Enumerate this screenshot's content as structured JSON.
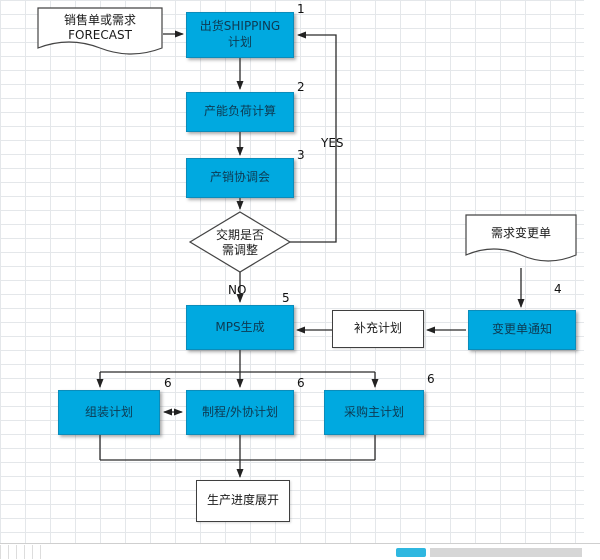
{
  "diagram": {
    "colors": {
      "node_fill": "#00a9e0",
      "node_text": "#0d3a52",
      "grid_line": "#e4e7ea",
      "connector": "#2b2b2b"
    },
    "nodes": {
      "forecast_doc": {
        "line1": "销售单或需求",
        "line2": "FORECAST"
      },
      "shipping": {
        "line1": "出货SHIPPING",
        "line2": "计划",
        "badge": "1"
      },
      "capacity": {
        "label": "产能负荷计算",
        "badge": "2"
      },
      "meeting": {
        "label": "产销协调会",
        "badge": "3"
      },
      "decision": {
        "line1": "交期是否",
        "line2": "需调整"
      },
      "mps": {
        "label": "MPS生成",
        "badge": "5"
      },
      "supplement": {
        "label": "补充计划"
      },
      "change_doc": {
        "label": "需求变更单"
      },
      "change_notice": {
        "label": "变更单通知",
        "badge": "4"
      },
      "assembly": {
        "label": "组装计划",
        "badge": "6"
      },
      "process": {
        "label": "制程/外协计划",
        "badge": "6"
      },
      "purchasing": {
        "label": "采购主计划",
        "badge": "6"
      },
      "schedule": {
        "label": "生产进度展开"
      }
    },
    "edge_labels": {
      "yes": "YES",
      "no": "NO"
    }
  }
}
